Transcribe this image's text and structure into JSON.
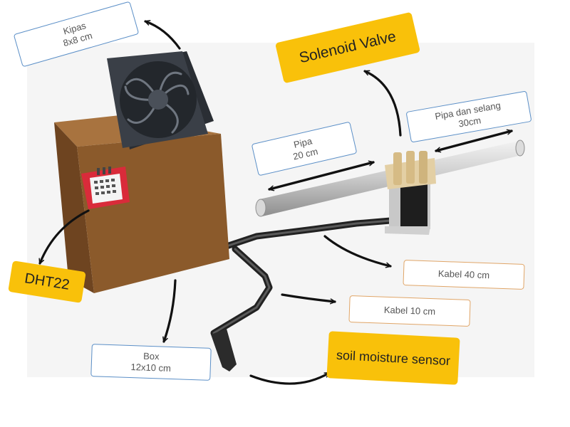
{
  "labels": {
    "fan_name": "Kipas",
    "fan_size": "8x8 cm",
    "pipe_name": "Pipa",
    "pipe_size": "20 cm",
    "hose_name": "Pipa dan selang",
    "hose_size": "30cm",
    "box_name": "Box",
    "box_size": "12x10 cm",
    "cable_40": "Kabel 40 cm",
    "cable_10": "Kabel 10 cm"
  },
  "tags": {
    "solenoid": "Solenoid Valve",
    "dht22": "DHT22",
    "soil": "soil moisture sensor"
  },
  "colors": {
    "tag_fill": "#f9c10a",
    "label_border_blue": "#5b8fc7",
    "label_border_orange": "#e0a567",
    "box_brown": "#8b5a2b",
    "fan_dark": "#3a3f47",
    "sensor_red": "#d92b3a",
    "arrow": "#111111"
  }
}
